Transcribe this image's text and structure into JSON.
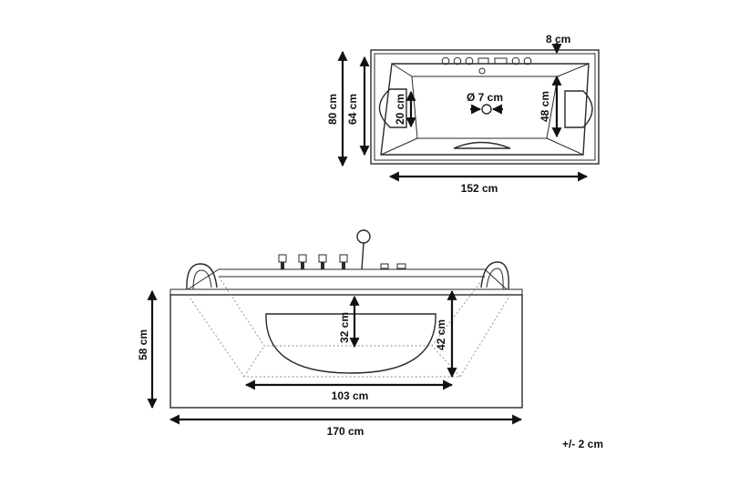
{
  "top_view": {
    "inner_depth_label": "8 cm",
    "drain_label": "Ø 7 cm",
    "headrest_label": "20 cm",
    "total_width_label": "80 cm",
    "inner_width_label": "64 cm",
    "basin_width_label": "48 cm",
    "length_label": "152 cm"
  },
  "front_view": {
    "height_label": "58 cm",
    "window_height_label": "32 cm",
    "basin_depth_label": "42 cm",
    "window_length_label": "103 cm",
    "total_length_label": "170 cm"
  },
  "tolerance_label": "+/- 2 cm"
}
